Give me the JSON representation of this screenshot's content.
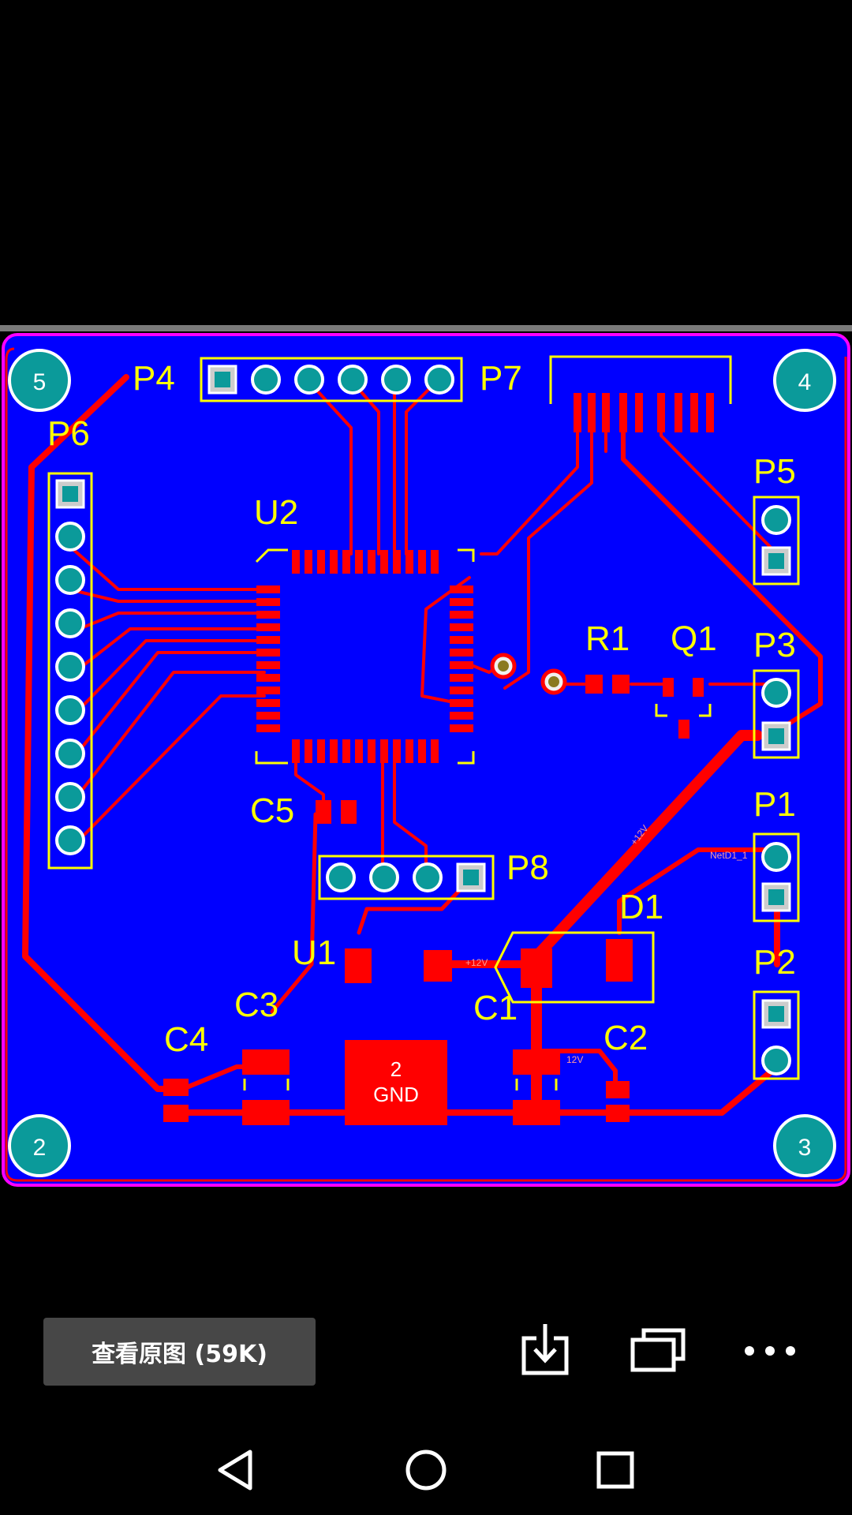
{
  "colors": {
    "background": "#000000",
    "board": "#0000ff",
    "copper": "#ff0000",
    "silkscreen": "#ffff00",
    "mounting_hole": "#0b9a9a",
    "outline": "#ff00ff",
    "button_bg": "#474747"
  },
  "pcb": {
    "designators": {
      "P4": "P4",
      "P7": "P7",
      "P6": "P6",
      "P5": "P5",
      "U2": "U2",
      "R1": "R1",
      "Q1": "Q1",
      "P3": "P3",
      "C5": "C5",
      "P8": "P8",
      "P1": "P1",
      "D1": "D1",
      "U1": "U1",
      "P2": "P2",
      "C3": "C3",
      "C1": "C1",
      "C2": "C2",
      "C4": "C4"
    },
    "mounting_holes": {
      "top_left": "5",
      "top_right": "4",
      "bottom_left": "2",
      "bottom_right": "3"
    },
    "gnd_pad": {
      "number": "2",
      "net": "GND"
    },
    "net_labels": {
      "plus12v_a": "+12V",
      "plus12v_b": "+12V",
      "twelve_v": "12V",
      "netd1": "NetD1_1"
    }
  },
  "toolbar": {
    "view_original_label": "查看原图 (59K)",
    "download_icon": "download-icon",
    "multi_window_icon": "multi-window-icon",
    "more_icon": "more-icon"
  },
  "navbar": {
    "back_icon": "back-triangle-icon",
    "home_icon": "home-circle-icon",
    "recents_icon": "recents-square-icon"
  }
}
